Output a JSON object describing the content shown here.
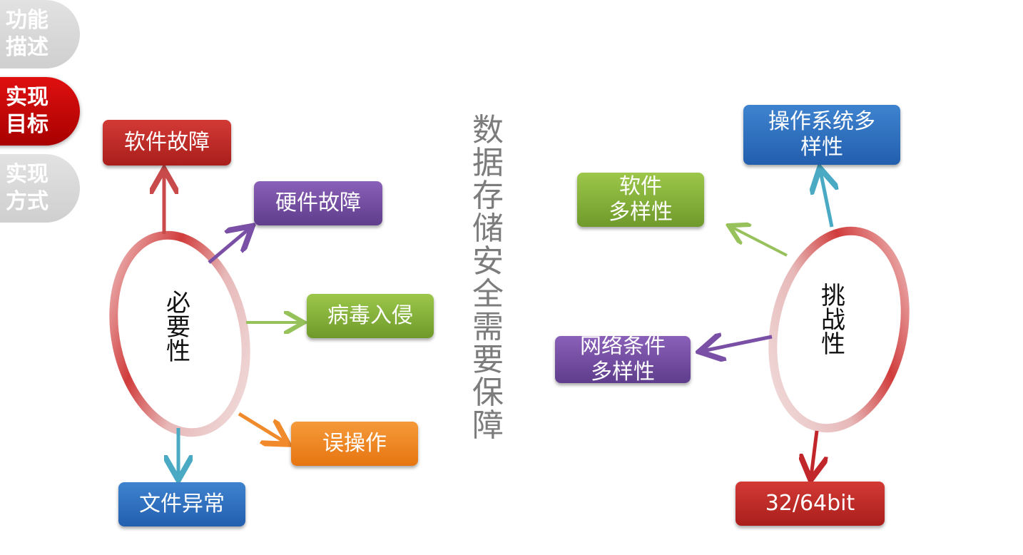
{
  "nav": {
    "tabs": [
      {
        "label": "功能\n描述",
        "state": "inactive"
      },
      {
        "label": "实现\n目标",
        "state": "active"
      },
      {
        "label": "实现\n方式",
        "state": "inactive"
      }
    ]
  },
  "title": "数据存储安全需要保障",
  "left_group": {
    "center": "必要性",
    "nodes": [
      {
        "label": "软件故障",
        "color": "#b9282a"
      },
      {
        "label": "硬件故障",
        "color": "#7a4fa6"
      },
      {
        "label": "病毒入侵",
        "color": "#86b33a"
      },
      {
        "label": "误操作",
        "color": "#f18a22"
      },
      {
        "label": "文件异常",
        "color": "#2f72bf"
      }
    ]
  },
  "right_group": {
    "center": "挑战性",
    "nodes": [
      {
        "label": "操作系统多\n样性",
        "color": "#2f72bf"
      },
      {
        "label": "软件\n多样性",
        "color": "#86b33a"
      },
      {
        "label": "网络条件\n多样性",
        "color": "#7a4fa6"
      },
      {
        "label": "32/64bit",
        "color": "#b9282a"
      }
    ]
  }
}
